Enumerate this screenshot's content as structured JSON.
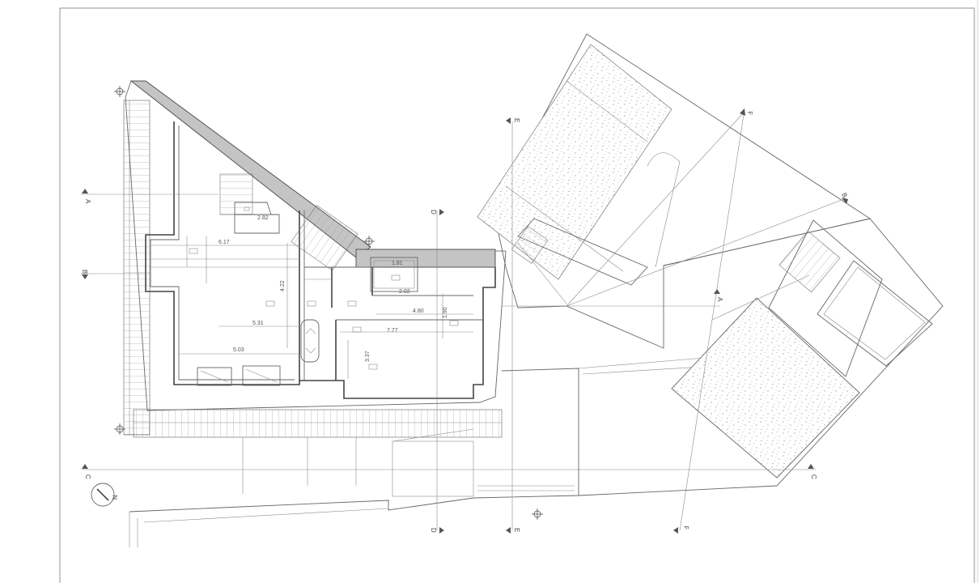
{
  "drawing": {
    "north_label": "N",
    "section_markers": {
      "A": "A",
      "B": "B",
      "C": "C",
      "D": "D",
      "E": "E",
      "F": "F"
    },
    "dimensions": [
      "2.82",
      "1.81",
      "6.17",
      "4.22",
      "5.31",
      "5.03",
      "4.80",
      "7.77",
      "1.90",
      "3.37",
      "2.02"
    ],
    "colors": {
      "line": "#666666",
      "wall_fill": "#c4c4c4",
      "background": "#ffffff"
    }
  }
}
